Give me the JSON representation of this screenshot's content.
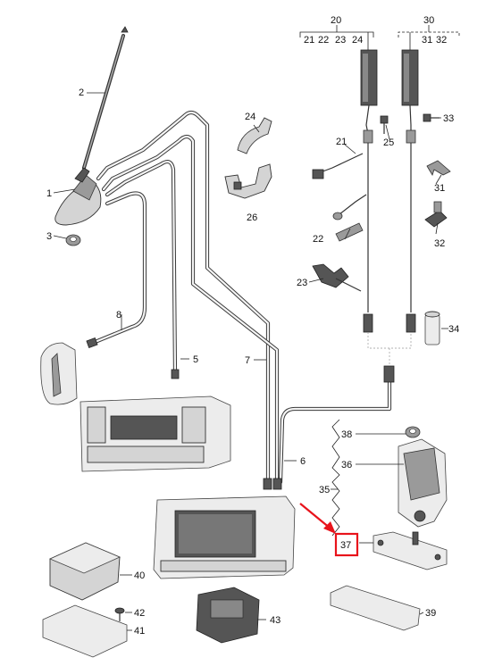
{
  "callouts": {
    "c1": "1",
    "c2": "2",
    "c3": "3",
    "c5": "5",
    "c6": "6",
    "c7": "7",
    "c8": "8",
    "c20": "20",
    "c21": "21",
    "c22": "22",
    "c23": "23",
    "c24": "24",
    "c25": "25",
    "c26": "26",
    "c30": "30",
    "c31": "31",
    "c32": "32",
    "c33": "33",
    "c34": "34",
    "c35": "35",
    "c36": "36",
    "c37": "37",
    "c38": "38",
    "c39": "39",
    "c40": "40",
    "c41": "41",
    "c42": "42",
    "c43": "43"
  },
  "group_20": {
    "label": "20",
    "sub": [
      "21",
      "22",
      "23",
      "24"
    ]
  },
  "group_30": {
    "label": "30",
    "sub": [
      "31",
      "32"
    ]
  },
  "highlight": {
    "target": "37",
    "color": "#e8131b"
  }
}
